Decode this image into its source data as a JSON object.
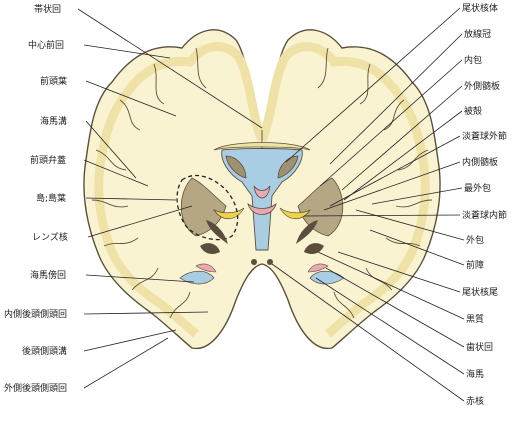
{
  "labels": {
    "left": [
      "帯状回",
      "中心前回",
      "前頭葉",
      "海馬溝",
      "前頭弁蓋",
      "島;島葉",
      "レンズ核",
      "海馬傍回",
      "内側後頭側頭回",
      "後頭側頭溝",
      "外側後頭側頭回"
    ],
    "right": [
      "尾状核体",
      "放線冠",
      "内包",
      "外側髄板",
      "被殻",
      "淡蒼球外節",
      "内側髄板",
      "最外包",
      "淡蒼球内節",
      "外包",
      "前障",
      "尾状核尾",
      "黒質",
      "歯状回",
      "海馬",
      "赤核"
    ]
  },
  "colors": {
    "white_matter": "#faf3d2",
    "cortex": "#f3e7b4",
    "outline": "#5a503a",
    "ventricle": "#a9cde3",
    "gray_nucleus": "#9e9070",
    "dark_nucleus": "#5b4e3a",
    "pink": "#e8a9b4",
    "yellow": "#f0d24a"
  }
}
